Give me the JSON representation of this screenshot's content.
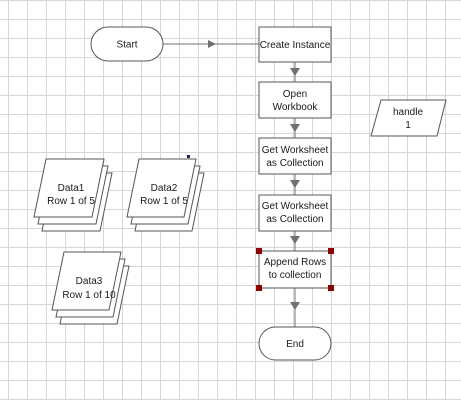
{
  "flowchart": {
    "start": "Start",
    "create_instance": "Create Instance",
    "open_workbook": [
      "Open",
      "Workbook"
    ],
    "get_worksheet_1": [
      "Get Worksheet",
      "as Collection"
    ],
    "get_worksheet_2": [
      "Get Worksheet",
      "as Collection"
    ],
    "append_rows": [
      "Append Rows",
      "to collection"
    ],
    "end": "End"
  },
  "handle": [
    "handle",
    "1"
  ],
  "data_items": [
    {
      "name": "Data1",
      "rows": "Row 1 of 5"
    },
    {
      "name": "Data2",
      "rows": "Row 1 of 5"
    },
    {
      "name": "Data3",
      "rows": "Row 1 of 10"
    }
  ],
  "colors": {
    "grid": "#d6d6d6",
    "stroke": "#555555",
    "connector": "#707070",
    "selection_handle": "#8b0000"
  }
}
